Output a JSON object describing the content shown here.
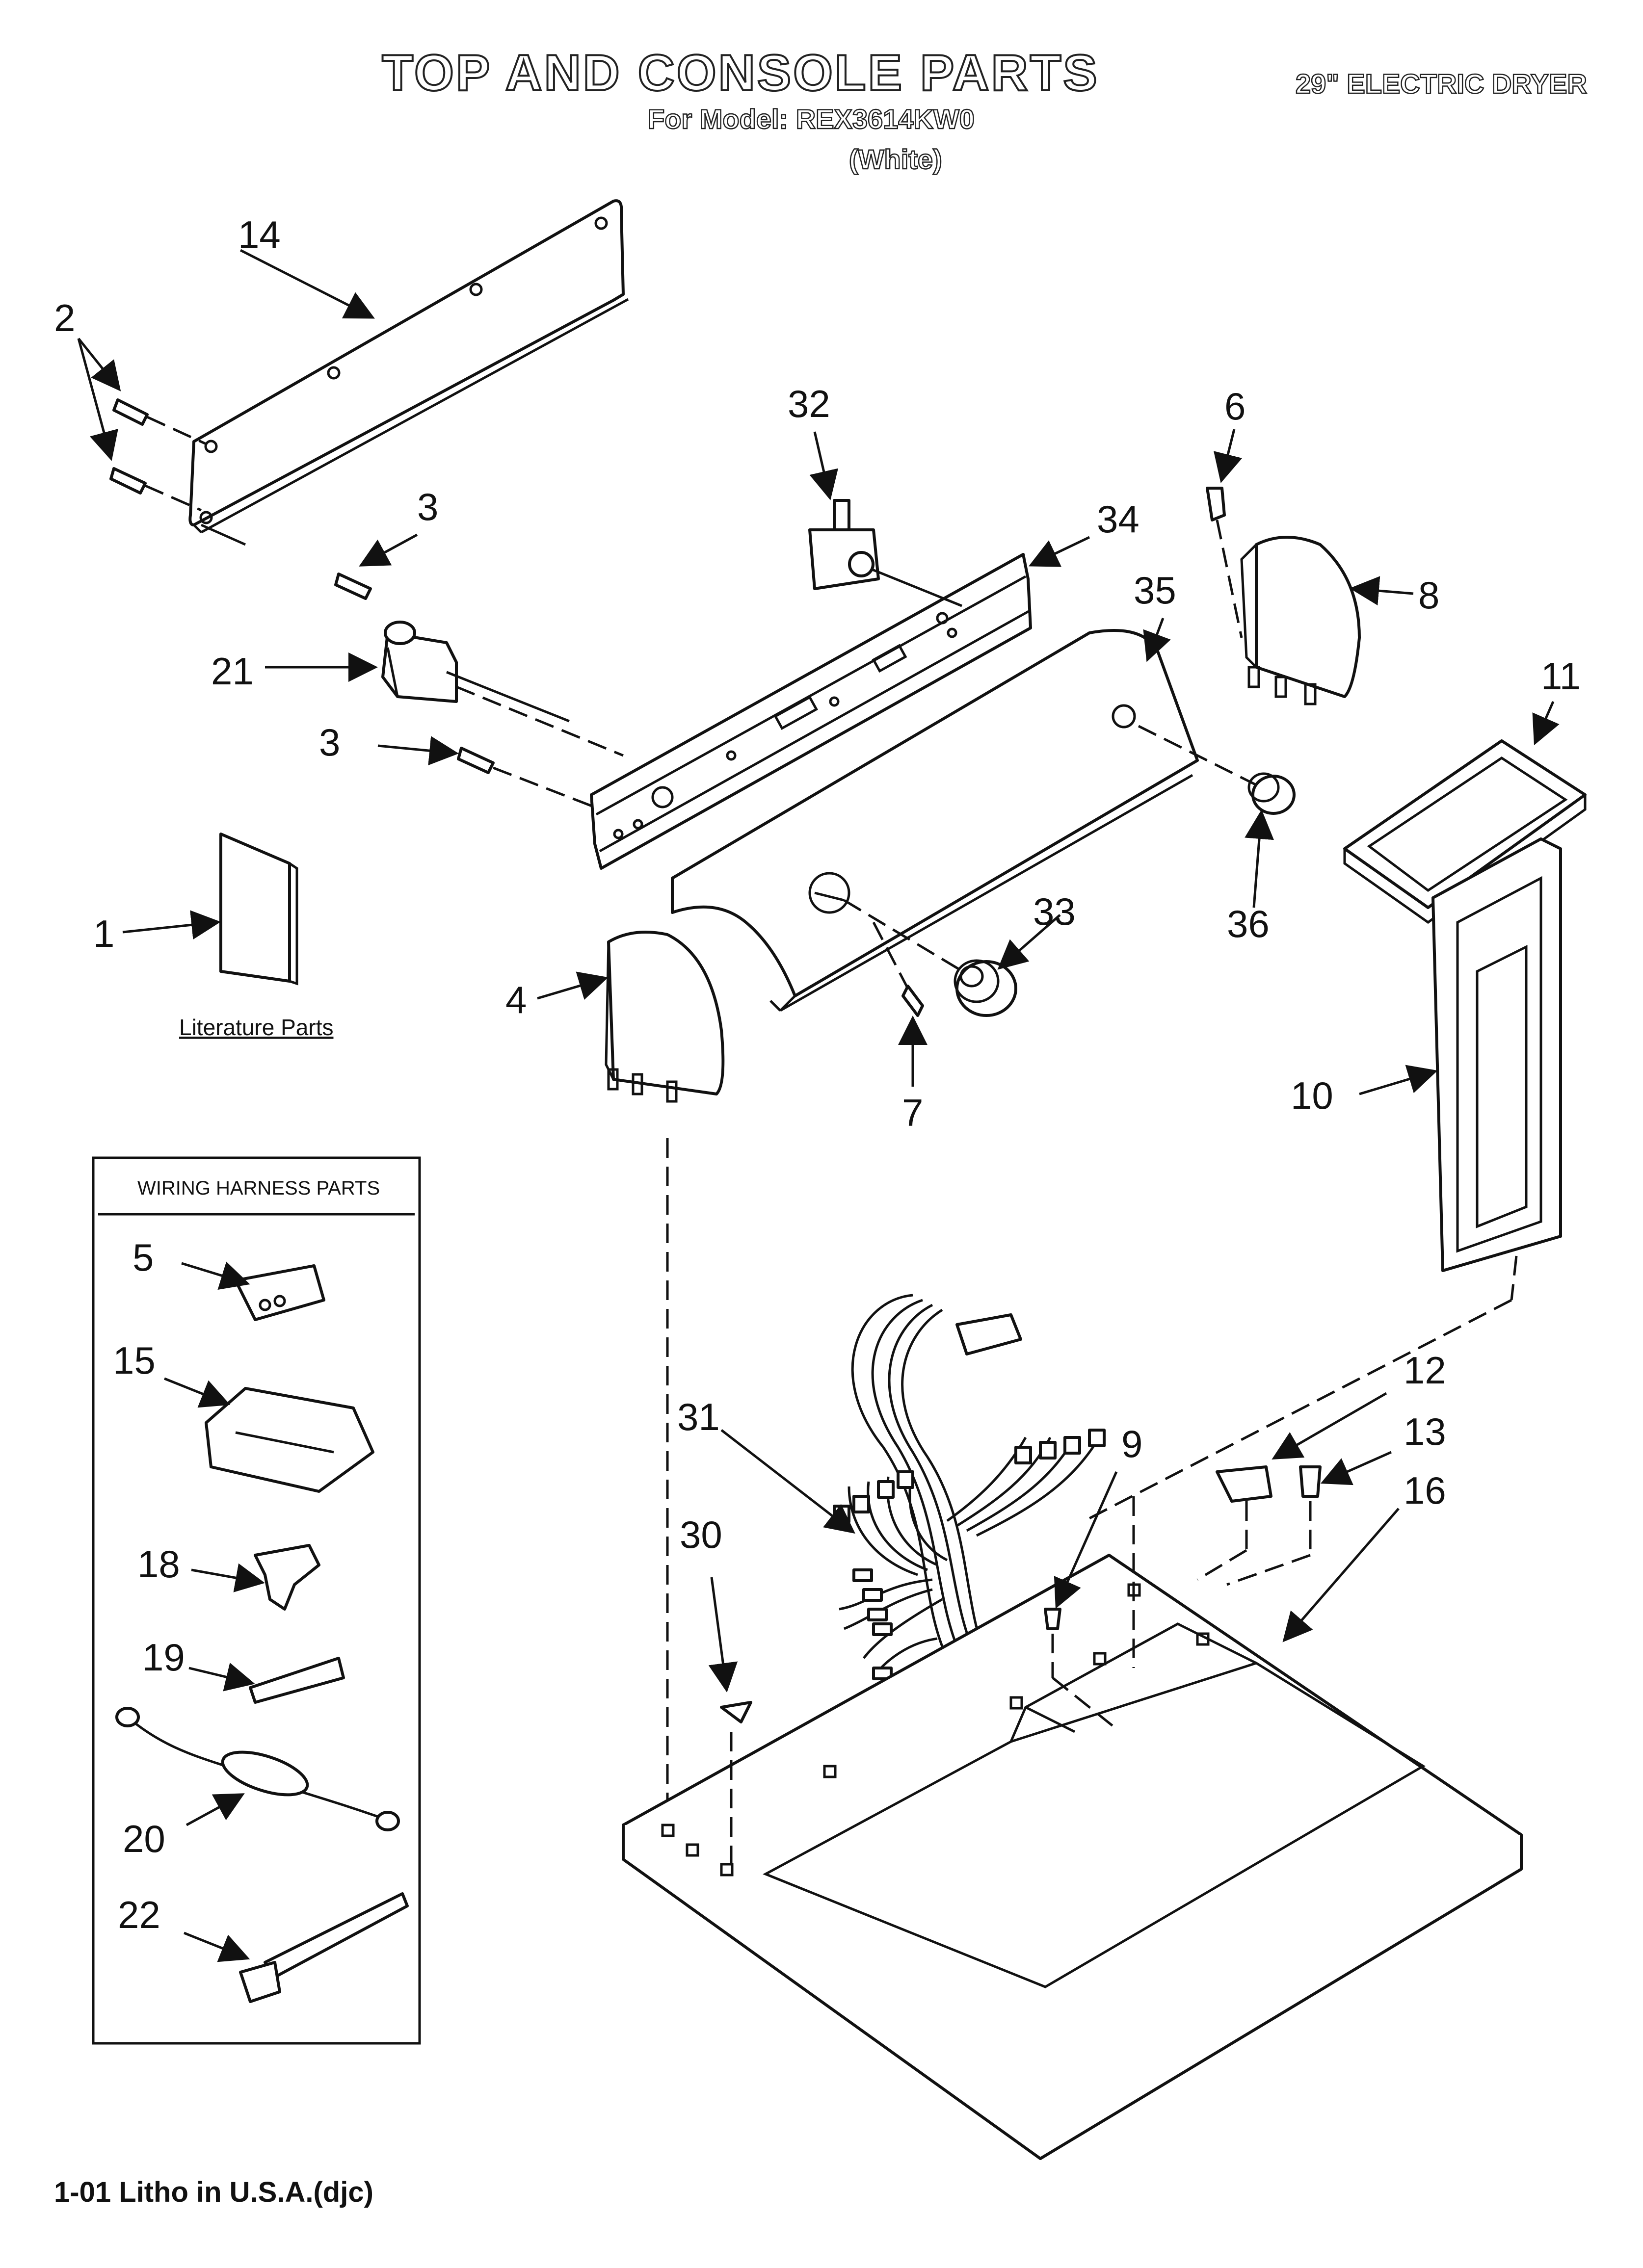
{
  "header": {
    "title": "TOP AND CONSOLE PARTS",
    "model_line": "For Model: REX3614KW0",
    "color_line": "(White)",
    "product": "29\" ELECTRIC DRYER"
  },
  "footer": {
    "litho": "1-01 Litho in U.S.A.(djc)"
  },
  "literature_label": "Literature Parts",
  "harness_box": {
    "title": "WIRING HARNESS PARTS"
  },
  "callouts": {
    "c1": "1",
    "c2": "2",
    "c3a": "3",
    "c3b": "3",
    "c4": "4",
    "c5": "5",
    "c6": "6",
    "c7": "7",
    "c8": "8",
    "c9": "9",
    "c10": "10",
    "c11": "11",
    "c12": "12",
    "c13": "13",
    "c14": "14",
    "c15": "15",
    "c16": "16",
    "c18": "18",
    "c19": "19",
    "c20": "20",
    "c21": "21",
    "c22": "22",
    "c30": "30",
    "c31": "31",
    "c32": "32",
    "c33": "33",
    "c34": "34",
    "c35": "35",
    "c36": "36"
  }
}
